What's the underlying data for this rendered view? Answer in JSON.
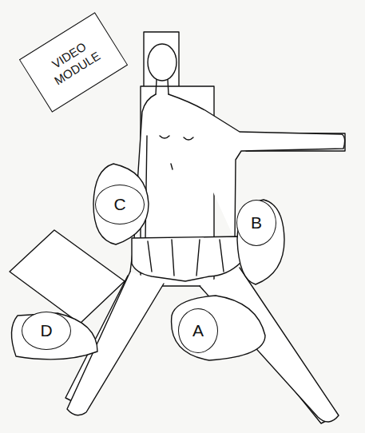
{
  "diagram": {
    "nodes": [
      {
        "text": [
          "VIDEO MODULE"
        ]
      },
      {
        "text": [
          "C"
        ]
      },
      {
        "text": [
          "B"
        ]
      },
      {
        "text": [
          "D"
        ]
      },
      {
        "text": [
          "A"
        ]
      }
    ]
  }
}
